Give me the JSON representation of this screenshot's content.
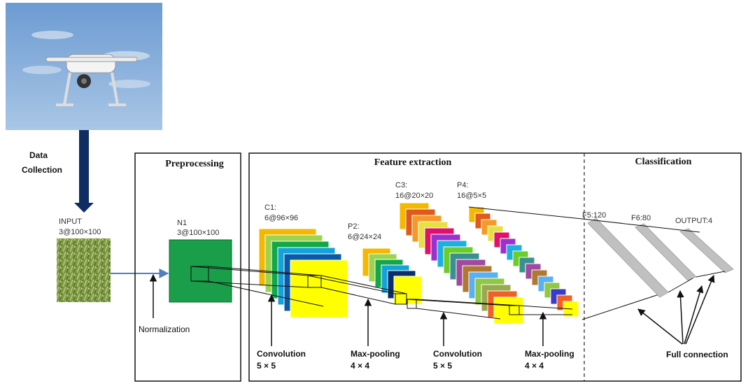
{
  "data_collection": {
    "line1": "Data",
    "line2": "Collection"
  },
  "input": {
    "title": "INPUT",
    "dims": "3@100×100"
  },
  "preprocessing": {
    "header": "Preprocessing",
    "n1_title": "N1",
    "n1_dims": "3@100×100",
    "normalization": "Normalization"
  },
  "feature_extraction": {
    "header": "Feature extraction",
    "c1_title": "C1:",
    "c1_dims": "6@96×96",
    "p2_title": "P2:",
    "p2_dims": "6@24×24",
    "c3_title": "C3:",
    "c3_dims": "16@20×20",
    "p4_title": "P4:",
    "p4_dims": "16@5×5",
    "op1_name": "Convolution",
    "op1_size": "5 × 5",
    "op2_name": "Max-pooling",
    "op2_size": "4 × 4",
    "op3_name": "Convolution",
    "op3_size": "5 × 5",
    "op4_name": "Max-pooling",
    "op4_size": "4 × 4"
  },
  "classification": {
    "header": "Classification",
    "f5": "F5:120",
    "f6": "F6:80",
    "output": "OUTPUT:4",
    "full_connection": "Full connection"
  },
  "colors": {
    "arrow_navy": "#0f2d63",
    "input_arrow": "#4f7fbf",
    "n1_green": "#1a9e4a",
    "yellow": "#ffff00",
    "fc_gray": "#c0c0c0",
    "sky": "#7fa8d8",
    "field_green": "#6e8b3d",
    "c1_colors": [
      "#f5b800",
      "#9cd450",
      "#12a84a",
      "#14a3d9",
      "#0a5aa8",
      "#ffff00"
    ],
    "p2_colors": [
      "#f5b800",
      "#9cd450",
      "#12a84a",
      "#14a3d9",
      "#0a2e6e",
      "#ffff00"
    ],
    "c3_colors": [
      "#f5b800",
      "#e05a1a",
      "#f59a28",
      "#e8e040",
      "#e0106e",
      "#9b30d0",
      "#1ab0e0",
      "#6acd2a",
      "#3a8f8f",
      "#a04a9f",
      "#b07830",
      "#5ab0f0",
      "#90c840",
      "#9aa850",
      "#f06020",
      "#ffff00"
    ],
    "p4_colors": [
      "#f5b800",
      "#e05a1a",
      "#f59a28",
      "#e8e040",
      "#e0106e",
      "#9b30d0",
      "#1ab0e0",
      "#6acd2a",
      "#3a8f8f",
      "#a04a9f",
      "#b07830",
      "#5ab0f0",
      "#90c840",
      "#3a3ad0",
      "#f06020",
      "#ffff00"
    ]
  },
  "icons": {
    "drone": "drone-photo-icon",
    "field": "crop-field-image-icon"
  }
}
